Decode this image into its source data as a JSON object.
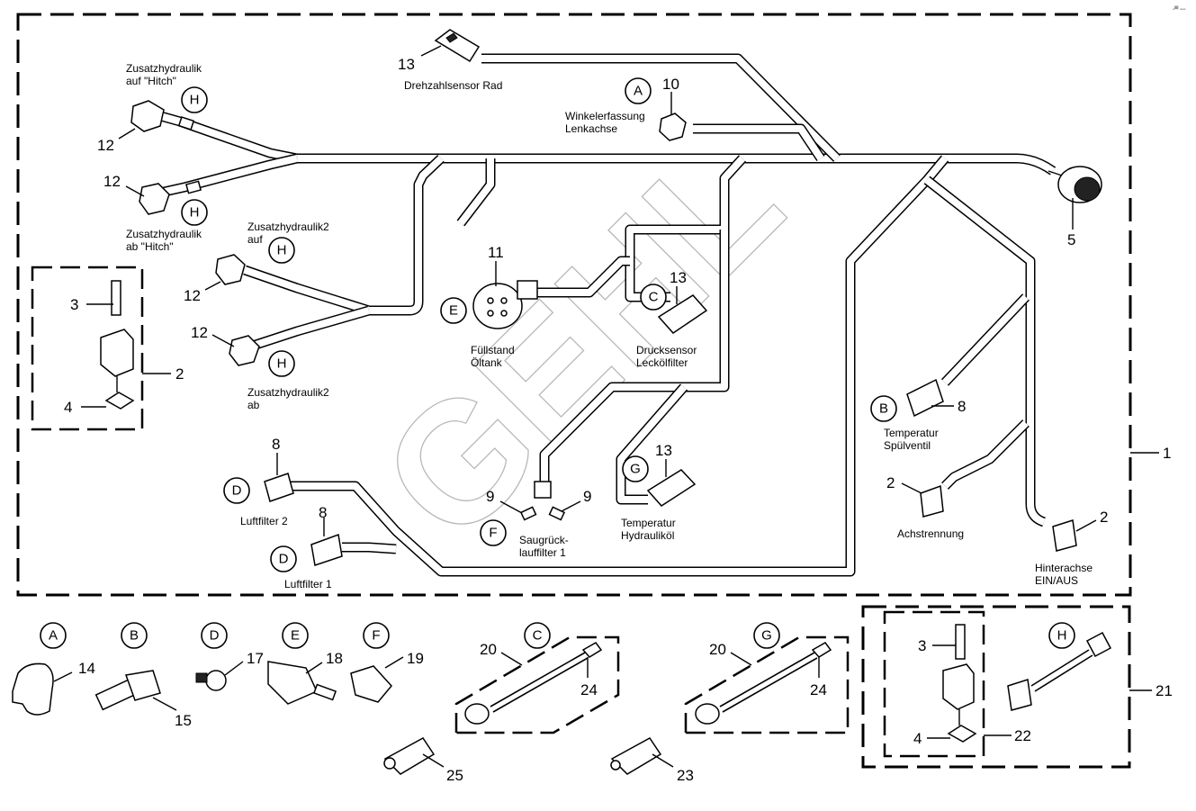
{
  "diagram": {
    "title": "Kabelbaum Hydraulik / Achse",
    "watermark_text": "GEHL",
    "corner_mark": "▪▀ ▪▪▪"
  },
  "callouts": [
    {
      "id": "c13a",
      "number": "13"
    },
    {
      "id": "c12a",
      "number": "12"
    },
    {
      "id": "c12b",
      "number": "12"
    },
    {
      "id": "c10",
      "number": "10"
    },
    {
      "id": "c5",
      "number": "5"
    },
    {
      "id": "c3a",
      "number": "3"
    },
    {
      "id": "c2a",
      "number": "2"
    },
    {
      "id": "c4a",
      "number": "4"
    },
    {
      "id": "c12c",
      "number": "12"
    },
    {
      "id": "c12d",
      "number": "12"
    },
    {
      "id": "c11",
      "number": "11"
    },
    {
      "id": "c13b",
      "number": "13"
    },
    {
      "id": "c8a",
      "number": "8"
    },
    {
      "id": "c1",
      "number": "1"
    },
    {
      "id": "c8b",
      "number": "8"
    },
    {
      "id": "c8c",
      "number": "8"
    },
    {
      "id": "c9a",
      "number": "9"
    },
    {
      "id": "c9b",
      "number": "9"
    },
    {
      "id": "c13c",
      "number": "13"
    },
    {
      "id": "c2b",
      "number": "2"
    },
    {
      "id": "c2c",
      "number": "2"
    },
    {
      "id": "c14",
      "number": "14"
    },
    {
      "id": "c15",
      "number": "15"
    },
    {
      "id": "c17",
      "number": "17"
    },
    {
      "id": "c18",
      "number": "18"
    },
    {
      "id": "c19",
      "number": "19"
    },
    {
      "id": "c20a",
      "number": "20"
    },
    {
      "id": "c24a",
      "number": "24"
    },
    {
      "id": "c20b",
      "number": "20"
    },
    {
      "id": "c24b",
      "number": "24"
    },
    {
      "id": "c25",
      "number": "25"
    },
    {
      "id": "c23",
      "number": "23"
    },
    {
      "id": "c3b",
      "number": "3"
    },
    {
      "id": "c4b",
      "number": "4"
    },
    {
      "id": "c22",
      "number": "22"
    },
    {
      "id": "c21",
      "number": "21"
    }
  ],
  "letters": [
    {
      "id": "l_h1",
      "letter": "H"
    },
    {
      "id": "l_h2",
      "letter": "H"
    },
    {
      "id": "l_h3",
      "letter": "H"
    },
    {
      "id": "l_h4",
      "letter": "H"
    },
    {
      "id": "l_a1",
      "letter": "A"
    },
    {
      "id": "l_e1",
      "letter": "E"
    },
    {
      "id": "l_c1",
      "letter": "C"
    },
    {
      "id": "l_b1",
      "letter": "B"
    },
    {
      "id": "l_d1",
      "letter": "D"
    },
    {
      "id": "l_d2",
      "letter": "D"
    },
    {
      "id": "l_f1",
      "letter": "F"
    },
    {
      "id": "l_g1",
      "letter": "G"
    },
    {
      "id": "l_a2",
      "letter": "A"
    },
    {
      "id": "l_b2",
      "letter": "B"
    },
    {
      "id": "l_d3",
      "letter": "D"
    },
    {
      "id": "l_e2",
      "letter": "E"
    },
    {
      "id": "l_f2",
      "letter": "F"
    },
    {
      "id": "l_c2",
      "letter": "C"
    },
    {
      "id": "l_g2",
      "letter": "G"
    },
    {
      "id": "l_h5",
      "letter": "H"
    }
  ],
  "captions": {
    "zusatz_auf_hitch": [
      "Zusatzhydraulik",
      "auf \"Hitch\""
    ],
    "zusatz_ab_hitch": [
      "Zusatzhydraulik",
      "ab \"Hitch\""
    ],
    "zusatz2_auf": [
      "Zusatzhydraulik2",
      "auf"
    ],
    "zusatz2_ab": [
      "Zusatzhydraulik2",
      "ab"
    ],
    "drehzahlsensor": [
      "Drehzahlsensor Rad"
    ],
    "winkelerfassung": [
      "Winkelerfassung",
      "Lenkachse"
    ],
    "fuellstand": [
      "Füllstand",
      "Öltank"
    ],
    "drucksensor": [
      "Drucksensor",
      "Leckölfilter"
    ],
    "temperatur_spuel": [
      "Temperatur",
      "Spülventil"
    ],
    "luftfilter2": [
      "Luftfilter 2"
    ],
    "luftfilter1": [
      "Luftfilter 1"
    ],
    "saugrueck": [
      "Saugrück-",
      "lauffilter 1"
    ],
    "temperatur_hydr": [
      "Temperatur",
      "Hydrauliköl"
    ],
    "achstrennung": [
      "Achstrennung"
    ],
    "hinterachse": [
      "Hinterachse",
      "EIN/AUS"
    ]
  }
}
